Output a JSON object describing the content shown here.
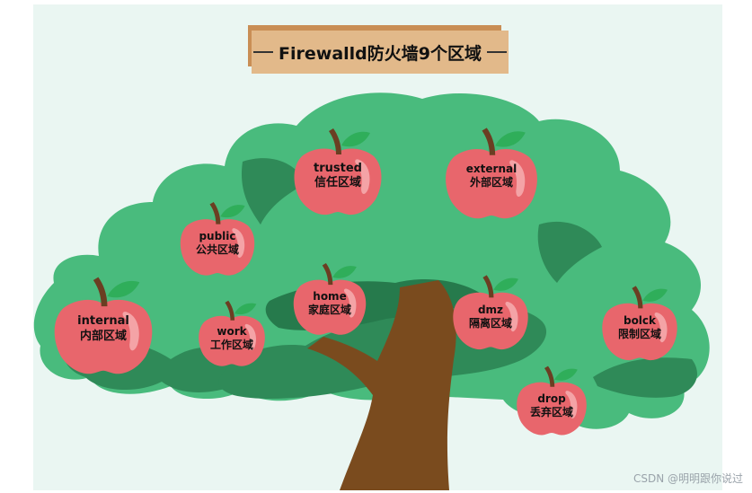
{
  "title": "Firewalld防火墙9个区域",
  "apples": [
    {
      "id": "trusted",
      "en": "trusted",
      "zh": "信任区域"
    },
    {
      "id": "external",
      "en": "external",
      "zh": "外部区域"
    },
    {
      "id": "public",
      "en": "public",
      "zh": "公共区域"
    },
    {
      "id": "internal",
      "en": "internal",
      "zh": "内部区域"
    },
    {
      "id": "work",
      "en": "work",
      "zh": "工作区域"
    },
    {
      "id": "home",
      "en": "home",
      "zh": "家庭区域"
    },
    {
      "id": "dmz",
      "en": "dmz",
      "zh": "隔离区域"
    },
    {
      "id": "bolck",
      "en": "bolck",
      "zh": "限制区域"
    },
    {
      "id": "drop",
      "en": "drop",
      "zh": "丢弃区域"
    }
  ],
  "watermark": "CSDN @明明跟你说过",
  "colors": {
    "panel": "#eaf6f2",
    "foliage": "#49bb7d",
    "foliage_dark": "#2f8a58",
    "foliage_shadow": "#267a4c",
    "trunk": "#7a4b1e",
    "apple": "#e8666c",
    "apple_highlight": "#f4a3a6",
    "leaf": "#2fae5a",
    "stem": "#6b3e22",
    "title_bg": "#e2b98a",
    "title_shadow": "#c98e55"
  }
}
